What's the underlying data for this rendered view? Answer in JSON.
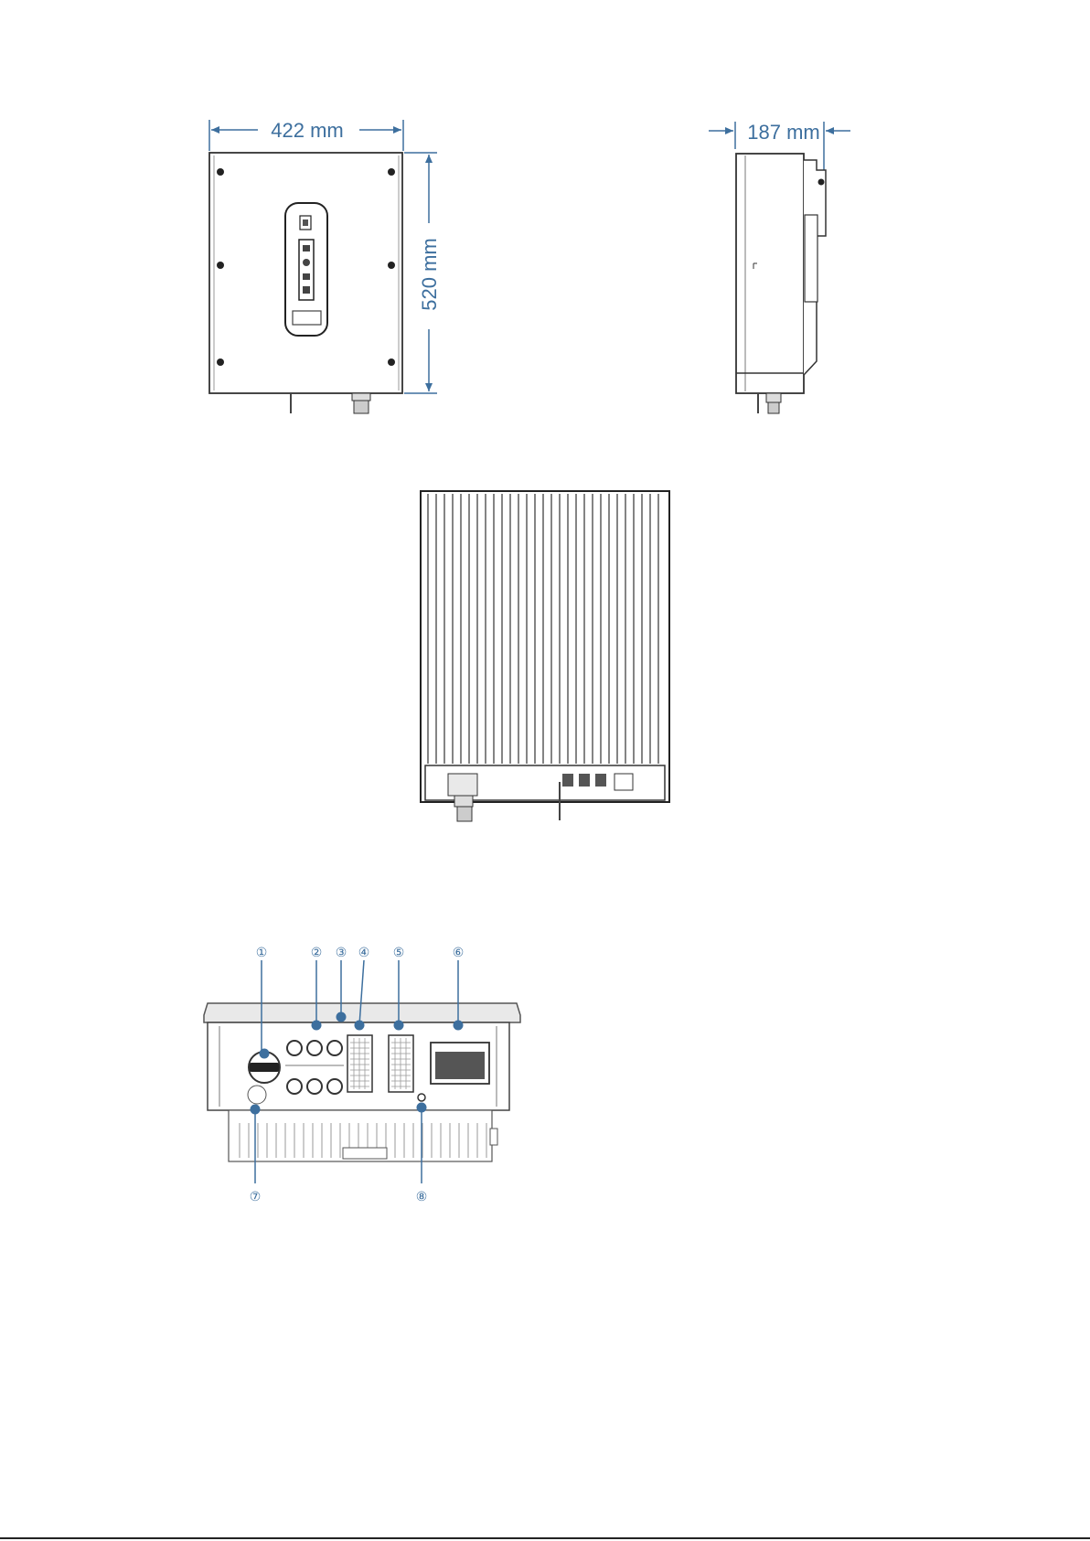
{
  "dimensions": {
    "width": "422 mm",
    "height": "520 mm",
    "depth": "187 mm"
  },
  "callouts": [
    "①",
    "②",
    "③",
    "④",
    "⑤",
    "⑥",
    "⑦",
    "⑧"
  ],
  "colors": {
    "dimension": "#3d6f9e",
    "line": "#333333",
    "fill": "#e9e9e9"
  }
}
